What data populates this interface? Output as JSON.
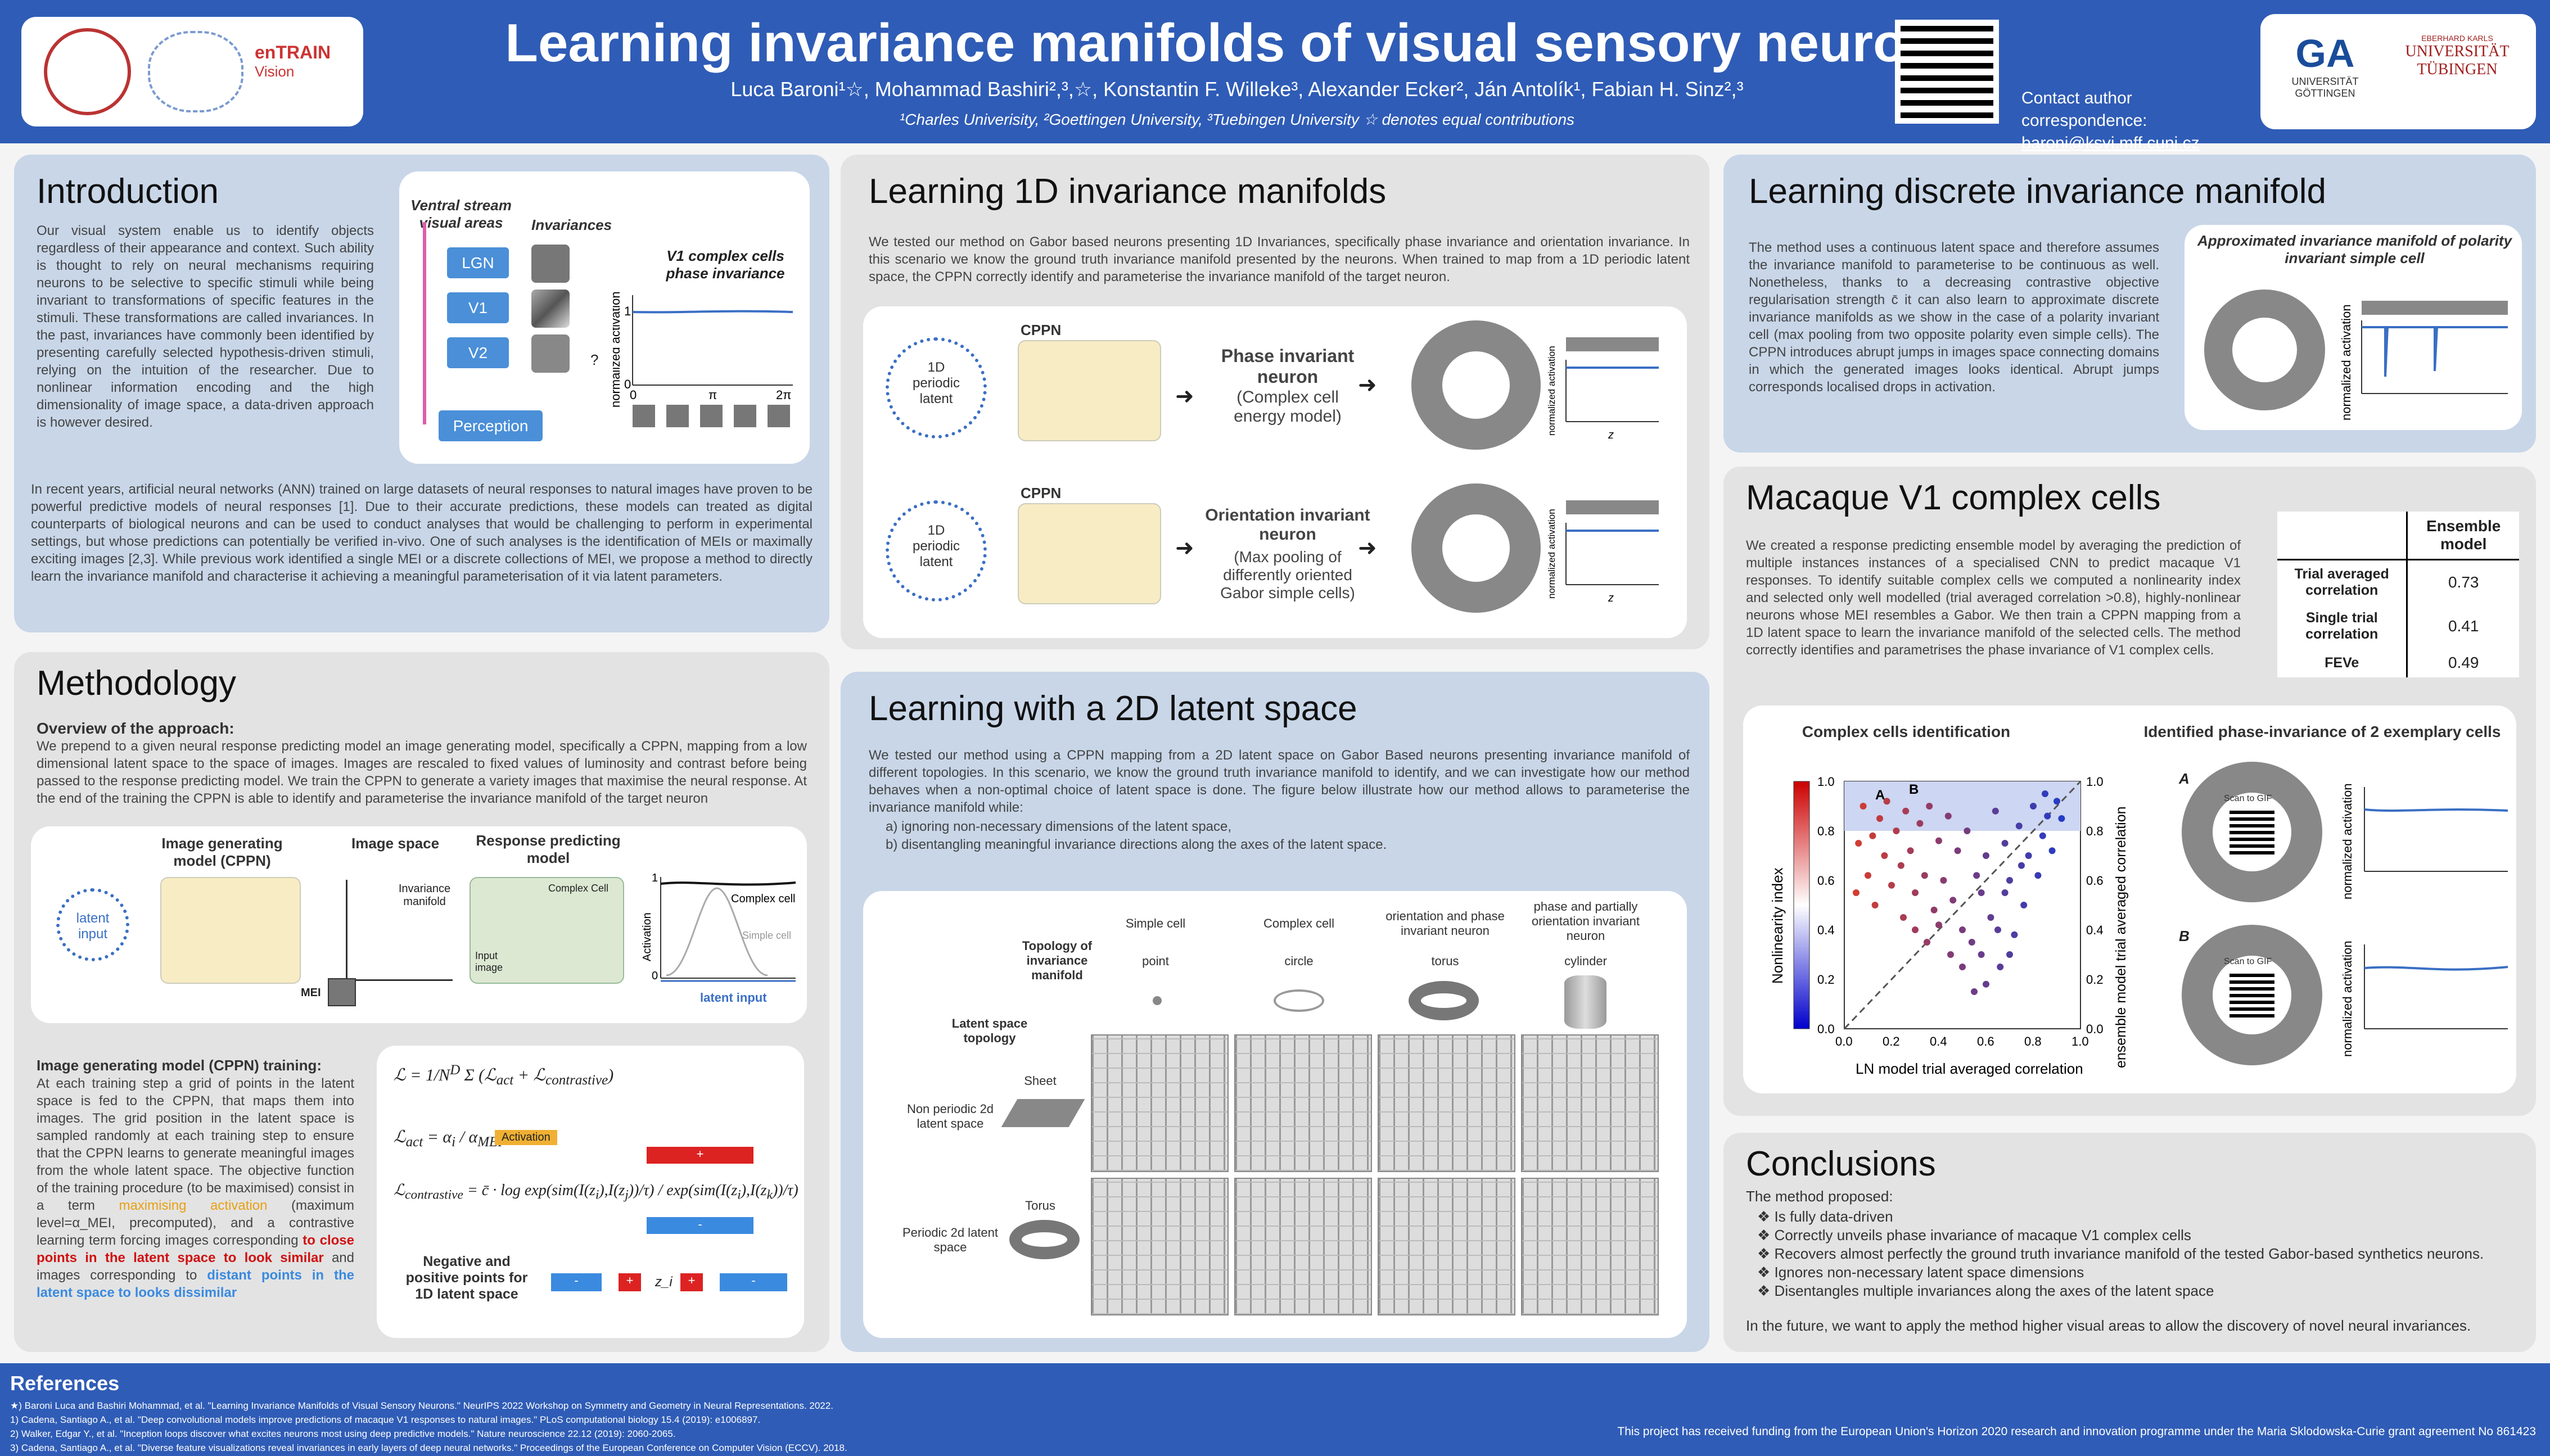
{
  "header": {
    "title": "Learning invariance manifolds of visual sensory neurons",
    "authors": "Luca Baroni¹☆, Mohammad Bashiri²,³,☆, Konstantin F. Willeke³, Alexander Ecker², Ján Antolík¹, Fabian H. Sinz²,³",
    "affiliations": "¹Charles Univerisity,   ²Goettingen University,   ³Tuebingen University        ☆ denotes equal contributions",
    "contact_label": "Contact author correspondence:",
    "contact_email": "baroni@ksvi.mff.cuni.cz",
    "logo_entrain": "enTRAIN",
    "logo_entrain_sub": "Vision",
    "logo_goettingen": "UNIVERSITÄT GÖTTINGEN",
    "logo_tuebingen_top": "EBERHARD KARLS",
    "logo_tuebingen": "UNIVERSITÄT TÜBINGEN"
  },
  "intro": {
    "title": "Introduction",
    "p1": "Our visual system enable us to identify objects regardless of their appearance and context. Such ability is thought to rely on neural mechanisms requiring neurons to be selective to specific stimuli while being invariant to transformations of specific features in the stimuli. These transformations are called invariances. In the past, invariances have commonly been identified by presenting carefully selected hypothesis-driven stimuli, relying on the intuition of the researcher. Due to nonlinear information encoding and the high dimensionality of image space, a data-driven approach is however desired.",
    "p2": "In recent years, artificial neural networks (ANN) trained on large datasets of neural responses to natural images have proven to be powerful predictive models of neural responses [1]. Due to their accurate predictions, these models can treated as digital counterparts of biological neurons and can be used to conduct analyses that would be challenging to perform in experimental settings, but whose predictions can potentially be verified in-vivo. One of such analyses is the identification of MEIs or maximally exciting images [2,3]. While previous work identified a single MEI or a discrete collections of MEI, we propose a method to directly learn the invariance manifold and characterise it achieving a meaningful parameterisation of it via latent parameters.",
    "fig": {
      "col1": "Ventral stream visual areas",
      "col2": "Invariances",
      "areas": [
        "LGN",
        "V1",
        "V2"
      ],
      "perception": "Perception",
      "q": "?",
      "plot_title": "V1 complex cells phase invariance",
      "ylabel": "normalized activation",
      "y1": "1",
      "y0": "0",
      "x0": "0",
      "xpi": "π",
      "x2pi": "2π"
    }
  },
  "method": {
    "title": "Methodology",
    "overview_h": "Overview of the approach:",
    "overview": "We prepend to a given neural response predicting model an image generating model, specifically a CPPN, mapping from a low dimensional latent space to the space of images. Images are rescaled to fixed values of luminosity and contrast before being passed to the response predicting model. We train the CPPN to generate a variety images that maximise the neural response. At the end of the training the CPPN is able to identify and parameterise the invariance manifold of the target neuron",
    "fig": {
      "gen": "Image generating model (CPPN)",
      "imgspace": "Image space",
      "resp": "Response predicting model",
      "latent": "latent input",
      "inv": "Invariance manifold",
      "complex": "Complex Cell",
      "input_image": "Input image",
      "mei": "MEI",
      "activation": "Activation",
      "complex_cell": "Complex cell",
      "simple_cell": "Simple cell",
      "latent_input": "latent input",
      "one": "1",
      "zero": "0"
    },
    "training_h": "Image generating model (CPPN) training:",
    "training": "At each training step a grid of points in the latent space is fed to the CPPN, that maps them into images. The grid position in the latent space is sampled randomly at each training step to ensure that the CPPN learns to generate meaningful images from the whole latent space. The objective function of the training procedure (to be maximised) consist in a term",
    "training_orange": "maximising activation",
    "training_2": "(maximum level=α_MEI, precomputed), and a contrastive learning term forcing images corresponding",
    "training_red": "to close points in the latent space to look similar",
    "training_3": "and images corresponding to",
    "training_blue": "distant points in the latent space to looks dissimilar",
    "act_tag": "Activation",
    "neg_pos": "Negative and positive points for 1D latent space",
    "plus": "+",
    "minus": "-",
    "zi": "z_i"
  },
  "learn1d": {
    "title": "Learning 1D invariance manifolds",
    "text": "We tested our method on Gabor based neurons presenting 1D Invariances, specifically phase invariance and orientation invariance. In this scenario we know the ground truth invariance manifold presented by the neurons. When trained to map from a 1D periodic latent space, the CPPN correctly identify and parameterise the invariance manifold of the target neuron.",
    "cppn": "CPPN",
    "latent": "1D periodic latent",
    "row1_title": "Phase invariant neuron",
    "row1_sub": "(Complex cell energy model)",
    "row2_title": "Orientation invariant neuron",
    "row2_sub": "(Max pooling of differently oriented Gabor simple cells)",
    "ylabel": "normalized activation",
    "xlabel": "z"
  },
  "learn2d": {
    "title": "Learning with a 2D latent space",
    "text": "We tested our method using a CPPN mapping from a 2D latent space on Gabor Based neurons presenting invariance manifold of different topologies. In this scenario, we know the ground truth invariance manifold to identify, and we can investigate how our method behaves when a non-optimal choice of latent space is done. The figure below illustrate how our method allows to parameterise the invariance manifold while:",
    "item_a": "a)  ignoring non-necessary dimensions of the latent space,",
    "item_b": "b)  disentangling meaningful invariance directions along the axes of the latent space.",
    "topology": "Topology of invariance manifold",
    "latent_top": "Latent space topology",
    "cols": [
      {
        "name": "Simple cell",
        "topo": "point"
      },
      {
        "name": "Complex cell",
        "topo": "circle"
      },
      {
        "name": "orientation and phase invariant neuron",
        "topo": "torus"
      },
      {
        "name": "phase and partially orientation invariant neuron",
        "topo": "cylinder"
      }
    ],
    "sheet": "Sheet",
    "nonperiodic": "Non periodic 2d latent space",
    "torus": "Torus",
    "periodic": "Periodic 2d latent space"
  },
  "discrete": {
    "title": "Learning discrete invariance manifold",
    "text": "The method uses a continuous latent space and therefore assumes the invariance manifold to parameterise to be continuous as well. Nonetheless, thanks to a decreasing contrastive objective regularisation strength c̄ it can also learn to approximate discrete invariance manifolds as we show in the case of a polarity invariant cell (max pooling from two opposite polarity even simple cells). The CPPN introduces abrupt jumps in images space connecting domains in which the generated images looks identical. Abrupt jumps corresponds localised drops in activation.",
    "fig_title": "Approximated invariance manifold of polarity invariant simple cell",
    "ylabel": "normalized activation"
  },
  "macaque": {
    "title": "Macaque V1 complex cells",
    "text": "We created a response predicting ensemble model by averaging the prediction of multiple instances  instances of a specialised CNN to predict macaque V1 responses. To identify suitable complex cells we computed a nonlinearity index and selected only well modelled (trial averaged correlation >0.8), highly-nonlinear neurons whose MEI resembles a Gabor. We then train a CPPN mapping from a 1D latent space to learn the invariance manifold of the selected cells. The method correctly identifies and parametrises the phase invariance of V1 complex cells.",
    "table_header": "Ensemble model",
    "rows": [
      {
        "label": "Trial averaged correlation",
        "value": "0.73"
      },
      {
        "label": "Single trial correlation",
        "value": "0.41"
      },
      {
        "label": "FEVe",
        "value": "0.49"
      }
    ],
    "scatter_title": "Complex cells identification",
    "scatter_xlabel": "LN model trial averaged correlation",
    "scatter_ylabel": "Nonlinearity index",
    "scatter_y2label": "ensemble model trial averaged correlation",
    "ident_title": "Identified phase-invariance of 2 exemplary cells",
    "label_a": "A",
    "label_b": "B",
    "scan": "Scan to GIF",
    "ylabel": "normalized activation"
  },
  "conclusions": {
    "title": "Conclusions",
    "lead": "The method proposed:",
    "items": [
      "Is fully data-driven",
      "Correctly unveils phase invariance of macaque V1 complex cells",
      "Recovers almost perfectly the ground truth invariance manifold of the tested Gabor-based synthetics neurons.",
      "Ignores non-necessary latent space dimensions",
      "Disentangles multiple invariances along the axes of the latent space"
    ],
    "future": "In the future, we want to apply the method higher visual areas to allow the discovery of novel neural invariances."
  },
  "references": {
    "title": "References",
    "items": [
      "★) Baroni Luca and Bashiri Mohammad, et al. \"Learning Invariance Manifolds of Visual Sensory Neurons.\" NeurIPS 2022 Workshop on Symmetry and Geometry in Neural Representations. 2022.",
      "1) Cadena, Santiago A., et al. \"Deep convolutional models improve predictions of macaque V1 responses to natural images.\" PLoS computational biology 15.4 (2019): e1006897.",
      "2) Walker, Edgar Y., et al. \"Inception loops discover what excites neurons most using deep predictive models.\" Nature neuroscience 22.12 (2019): 2060-2065.",
      "3) Cadena, Santiago A., et al. \"Diverse feature visualizations reveal invariances in early layers of deep neural networks.\" Proceedings of the European Conference on Computer Vision (ECCV). 2018."
    ],
    "funding": "This project has received funding from the European Union's Horizon 2020 research and innovation programme under the Maria Sklodowska-Curie grant agreement No 861423"
  },
  "chart_data": {
    "type": "scatter",
    "title": "Complex cells identification",
    "xlabel": "LN model trial averaged correlation",
    "ylabel": "Nonlinearity index",
    "y2label": "ensemble model trial averaged correlation",
    "xlim": [
      0,
      1.0
    ],
    "ylim": [
      0,
      1.0
    ],
    "xticks": [
      "0.0",
      "0.2",
      "0.4",
      "0.6",
      "0.8",
      "1.0"
    ],
    "yticks": [
      "0.0",
      "0.2",
      "0.4",
      "0.6",
      "0.8",
      "1.0"
    ],
    "annotations": [
      "A",
      "B"
    ],
    "points": [
      [
        0.05,
        0.55
      ],
      [
        0.06,
        0.75
      ],
      [
        0.08,
        0.9
      ],
      [
        0.1,
        0.62
      ],
      [
        0.12,
        0.78
      ],
      [
        0.13,
        0.5
      ],
      [
        0.15,
        0.85
      ],
      [
        0.17,
        0.7
      ],
      [
        0.18,
        0.92
      ],
      [
        0.2,
        0.58
      ],
      [
        0.22,
        0.8
      ],
      [
        0.24,
        0.66
      ],
      [
        0.26,
        0.88
      ],
      [
        0.28,
        0.72
      ],
      [
        0.3,
        0.55
      ],
      [
        0.32,
        0.83
      ],
      [
        0.34,
        0.62
      ],
      [
        0.36,
        0.9
      ],
      [
        0.38,
        0.48
      ],
      [
        0.4,
        0.76
      ],
      [
        0.42,
        0.6
      ],
      [
        0.44,
        0.86
      ],
      [
        0.46,
        0.52
      ],
      [
        0.48,
        0.72
      ],
      [
        0.5,
        0.4
      ],
      [
        0.52,
        0.8
      ],
      [
        0.54,
        0.35
      ],
      [
        0.56,
        0.62
      ],
      [
        0.58,
        0.3
      ],
      [
        0.6,
        0.7
      ],
      [
        0.62,
        0.45
      ],
      [
        0.64,
        0.88
      ],
      [
        0.66,
        0.25
      ],
      [
        0.68,
        0.55
      ],
      [
        0.7,
        0.6
      ],
      [
        0.72,
        0.38
      ],
      [
        0.74,
        0.82
      ],
      [
        0.76,
        0.5
      ],
      [
        0.78,
        0.7
      ],
      [
        0.8,
        0.9
      ],
      [
        0.82,
        0.62
      ],
      [
        0.84,
        0.78
      ],
      [
        0.86,
        0.86
      ],
      [
        0.88,
        0.72
      ],
      [
        0.9,
        0.92
      ],
      [
        0.92,
        0.85
      ],
      [
        0.45,
        0.3
      ],
      [
        0.5,
        0.25
      ],
      [
        0.55,
        0.15
      ],
      [
        0.35,
        0.35
      ],
      [
        0.6,
        0.18
      ],
      [
        0.65,
        0.4
      ],
      [
        0.7,
        0.3
      ],
      [
        0.4,
        0.42
      ],
      [
        0.3,
        0.4
      ],
      [
        0.25,
        0.45
      ],
      [
        0.58,
        0.55
      ],
      [
        0.68,
        0.75
      ],
      [
        0.75,
        0.66
      ],
      [
        0.85,
        0.95
      ]
    ]
  }
}
